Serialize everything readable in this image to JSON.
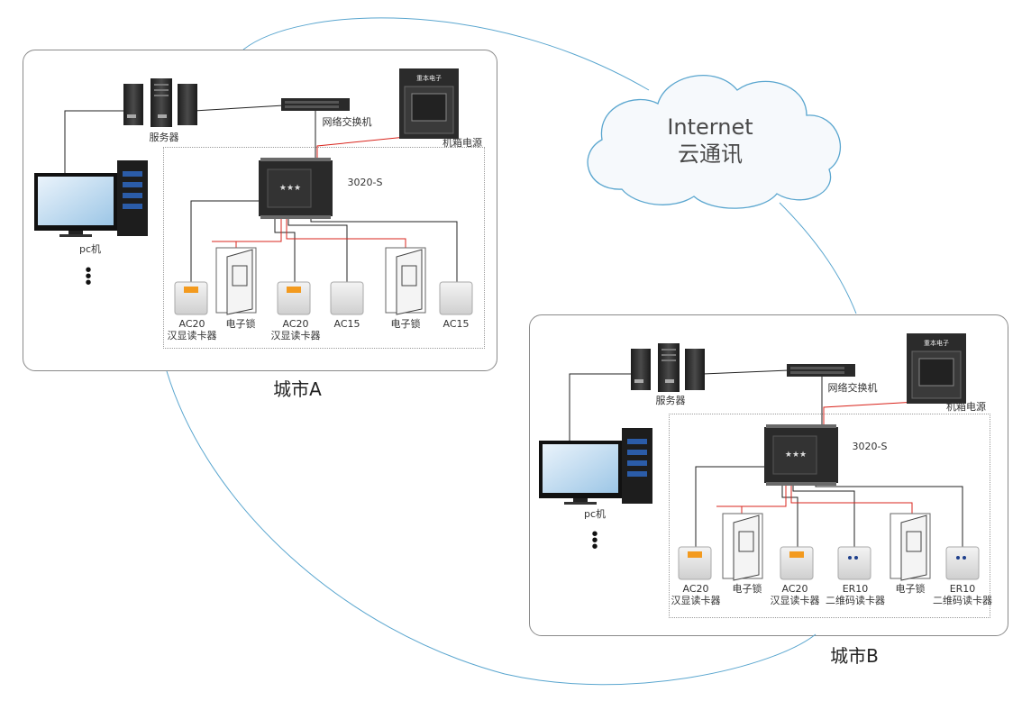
{
  "cloud": {
    "line1": "Internet",
    "line2": "云通讯"
  },
  "city_a": {
    "caption": "城市A",
    "server": "服务器",
    "switch": "网络交换机",
    "power": "机箱电源",
    "controller": "3020-S",
    "pc": "pc机",
    "devices": [
      {
        "line1": "AC20",
        "line2": "汉显读卡器"
      },
      {
        "line1": "电子锁",
        "line2": ""
      },
      {
        "line1": "AC20",
        "line2": "汉显读卡器"
      },
      {
        "line1": "AC15",
        "line2": ""
      },
      {
        "line1": "电子锁",
        "line2": ""
      },
      {
        "line1": "AC15",
        "line2": ""
      }
    ]
  },
  "city_b": {
    "caption": "城市B",
    "server": "服务器",
    "switch": "网络交换机",
    "power": "机箱电源",
    "controller": "3020-S",
    "pc": "pc机",
    "devices": [
      {
        "line1": "AC20",
        "line2": "汉显读卡器"
      },
      {
        "line1": "电子锁",
        "line2": ""
      },
      {
        "line1": "AC20",
        "line2": "汉显读卡器"
      },
      {
        "line1": "ER10",
        "line2": "二维码读卡器"
      },
      {
        "line1": "电子锁",
        "line2": ""
      },
      {
        "line1": "ER10",
        "line2": "二维码读卡器"
      }
    ]
  },
  "power_box_text": "重本电子",
  "controller_box_text": "★★★",
  "colors": {
    "cloud_line": "#5aa6cf",
    "wire_black": "#222222",
    "wire_red": "#d9241c",
    "device_dark": "#2a2a2a"
  }
}
